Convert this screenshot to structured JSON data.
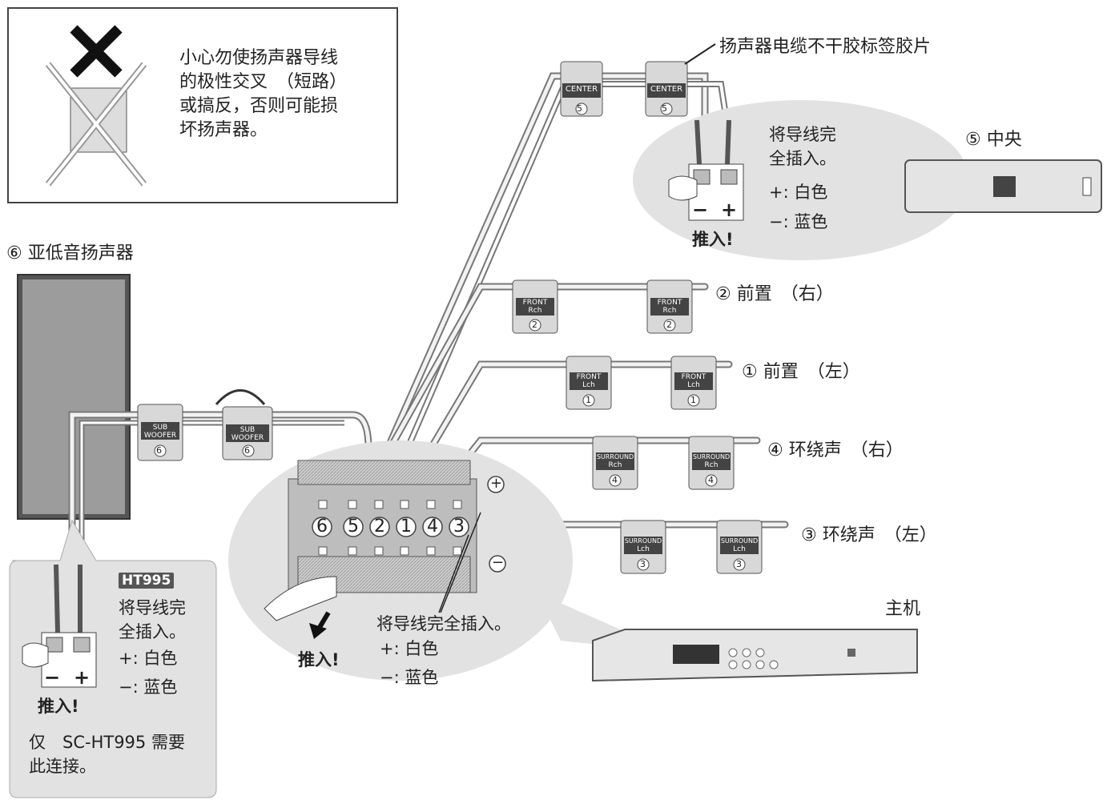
{
  "warning": {
    "text": "小心勿使扬声器导线\n的极性交叉　（短路）\n或搞反，否则可能损\n坏扬声器。"
  },
  "tape_label": "扬声器电缆不干胶标签胶片",
  "center": {
    "title": "⑤ 中央",
    "insert_text": "将导线完\n全插入。",
    "plus": "+: 白色",
    "minus": "−: 蓝色",
    "push": "推入!",
    "tag": "CENTER",
    "tag_num": "5"
  },
  "subwoofer": {
    "title": "⑥ 亚低音扬声器",
    "tag_line1": "SUB",
    "tag_line2": "WOOFER",
    "tag_num": "6"
  },
  "channels": [
    {
      "label": "② 前置　（右）",
      "tag1": "FRONT",
      "tag2": "Rch",
      "num": "2"
    },
    {
      "label": "① 前置　（左）",
      "tag1": "FRONT",
      "tag2": "Lch",
      "num": "1"
    },
    {
      "label": "④ 环绕声　（右）",
      "tag1": "SURROUND",
      "tag2": "Rch",
      "num": "4"
    },
    {
      "label": "③ 环绕声　（左）",
      "tag1": "SURROUND",
      "tag2": "Lch",
      "num": "3"
    }
  ],
  "terminal_numbers": [
    "6",
    "5",
    "2",
    "1",
    "4",
    "3"
  ],
  "terminal_plus": "+",
  "terminal_minus": "−",
  "main_unit": "主机",
  "main_callout": {
    "insert": "将导线完全插入。",
    "plus": "+: 白色",
    "minus": "−: 蓝色",
    "push": "推入!"
  },
  "sub_callout": {
    "badge": "HT995",
    "insert": "将导线完\n全插入。",
    "plus": "+: 白色",
    "minus": "−: 蓝色",
    "push": "推入!",
    "note": "仅　SC-HT995 需要\n此连接。"
  },
  "polarity": {
    "minus": "−",
    "plus": "+"
  }
}
